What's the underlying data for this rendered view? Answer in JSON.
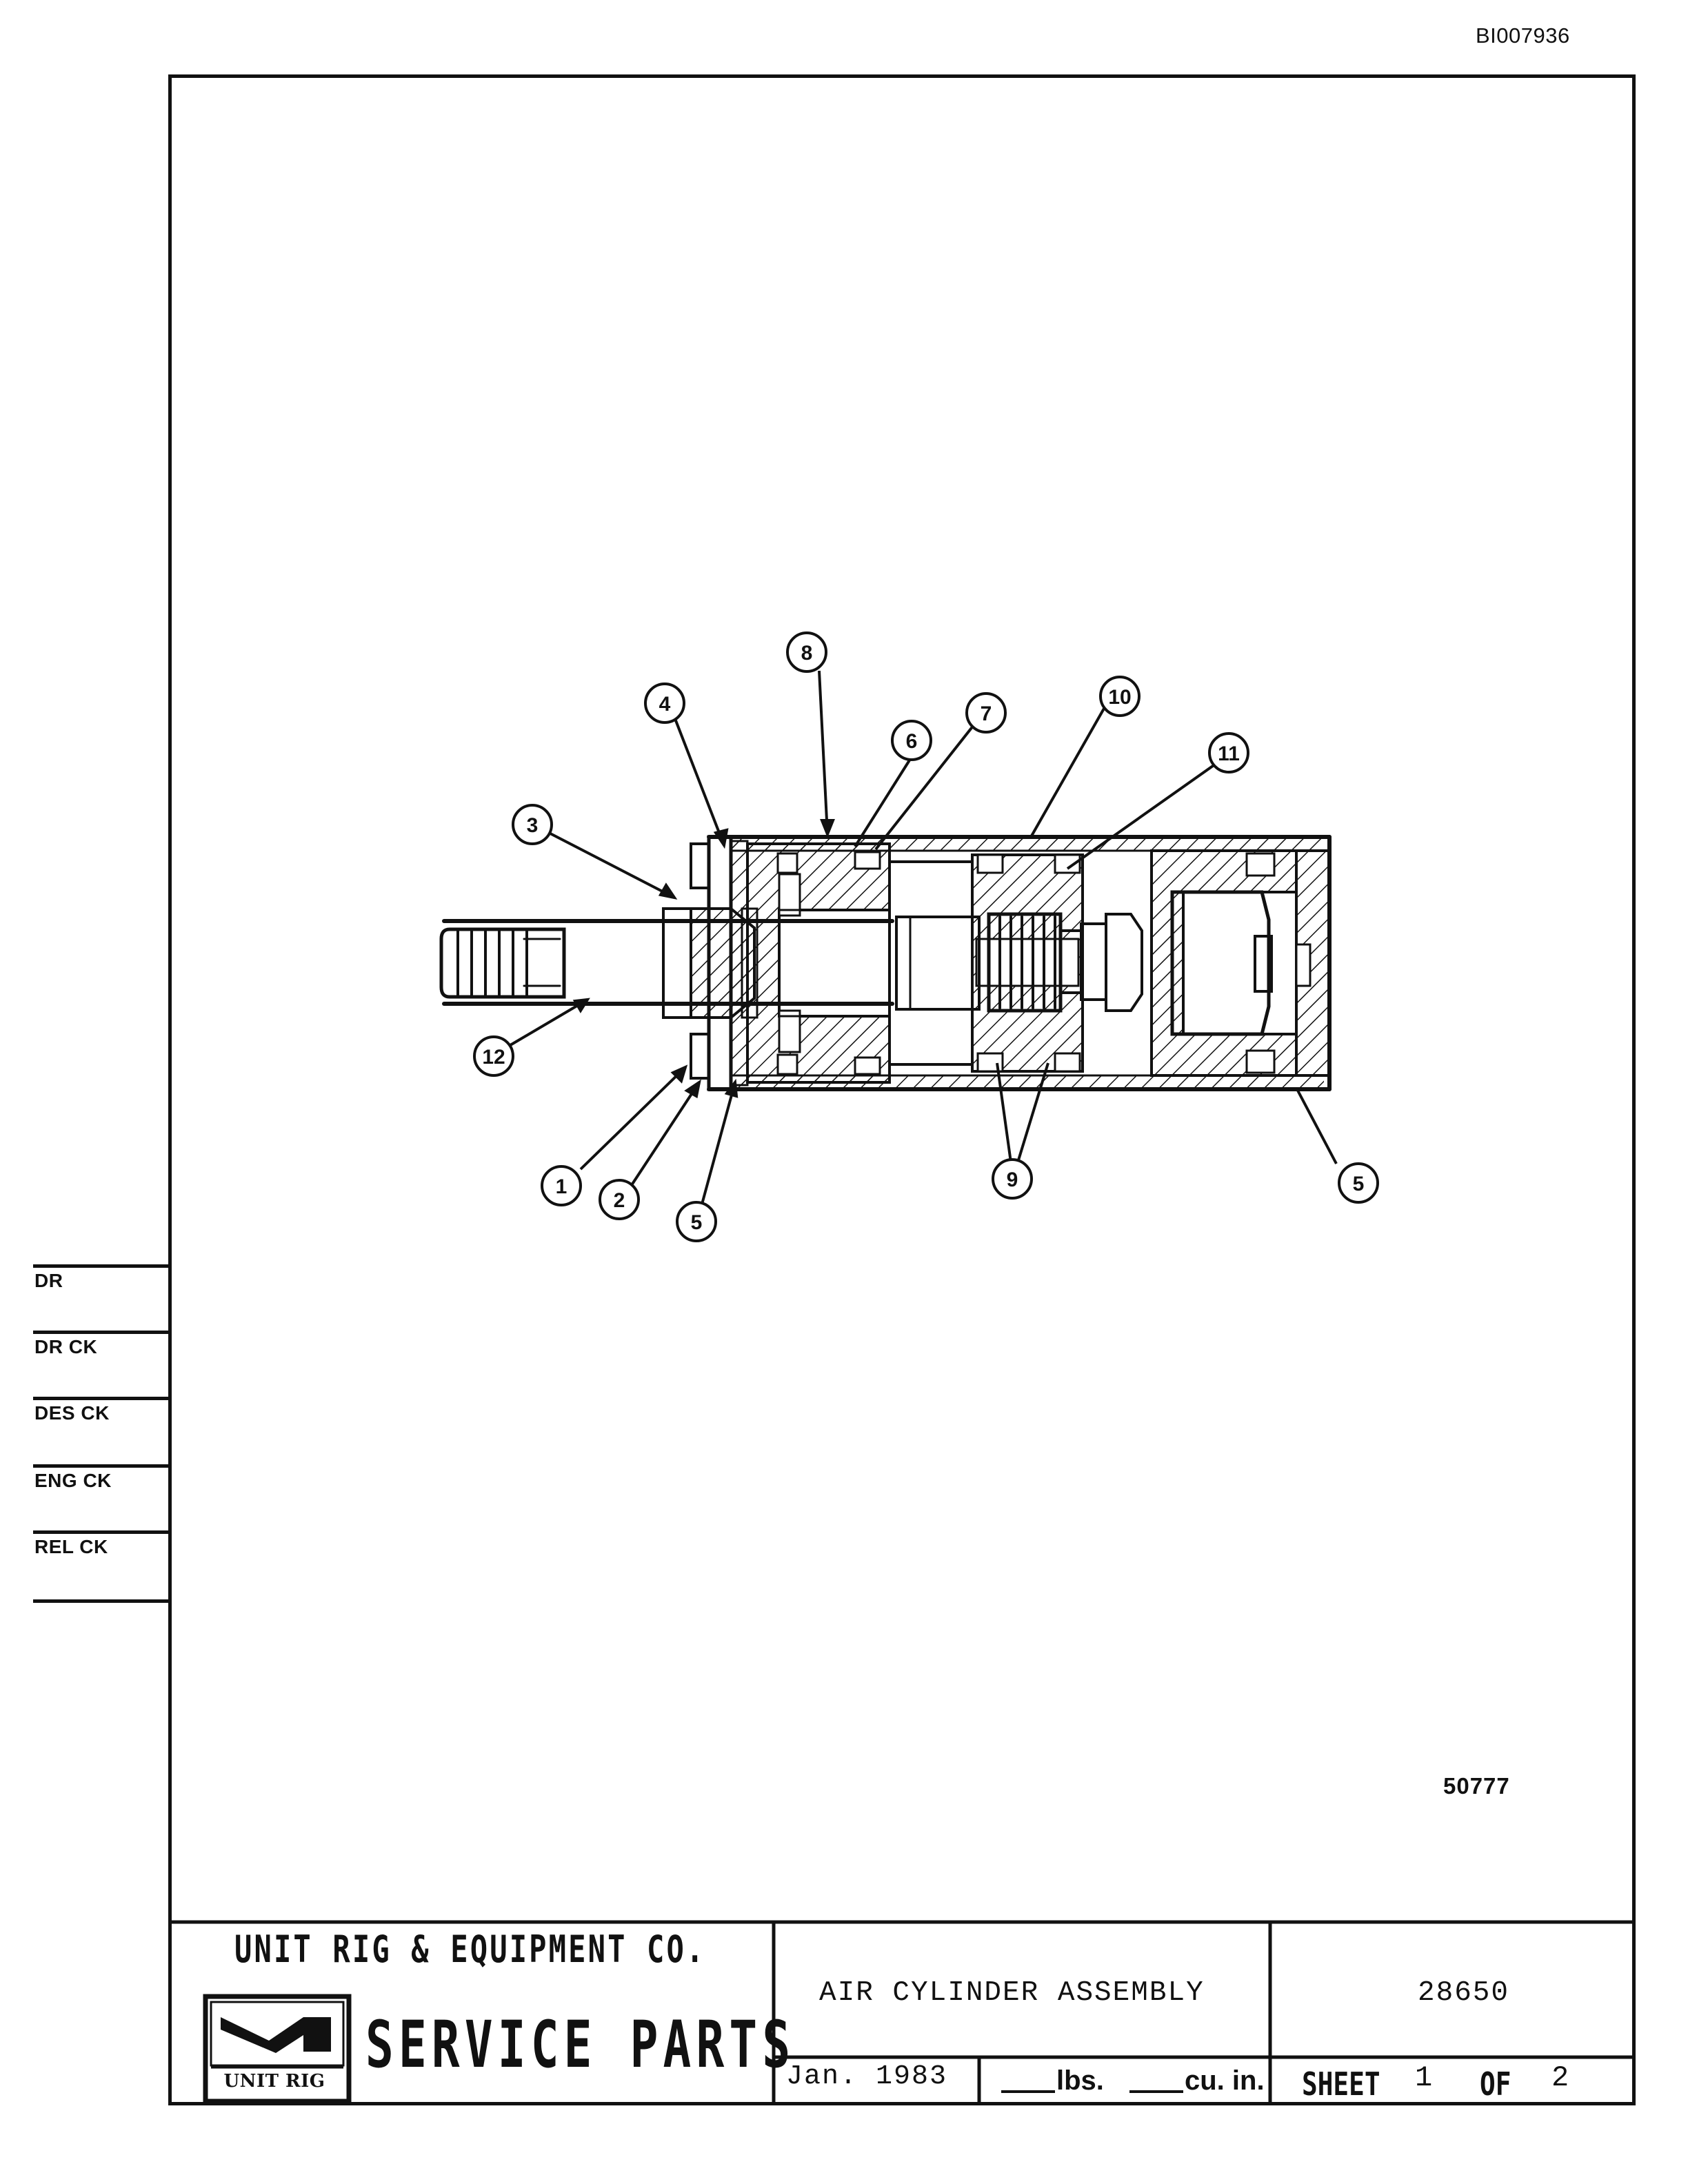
{
  "document_id": "BI007936",
  "side_signoffs": [
    "DR",
    "DR CK",
    "DES CK",
    "ENG CK",
    "REL CK"
  ],
  "drawing_number": "50777",
  "callouts": {
    "c1": "1",
    "c2": "2",
    "c3": "3",
    "c4": "4",
    "c5a": "5",
    "c5b": "5",
    "c6": "6",
    "c7": "7",
    "c8": "8",
    "c9": "9",
    "c10": "10",
    "c11": "11",
    "c12": "12"
  },
  "title_block": {
    "company": "UNIT RIG & EQUIPMENT CO.",
    "service_parts": "SERVICE PARTS",
    "logo_text": "UNIT RIG",
    "title": "AIR CYLINDER ASSEMBLY",
    "part_number": "28650",
    "date": "Jan. 1983",
    "lbs_label": "lbs.",
    "cuin_label": "cu. in.",
    "sheet_label": "SHEET",
    "sheet_number": "1",
    "of_label": "OF",
    "sheet_total": "2"
  }
}
